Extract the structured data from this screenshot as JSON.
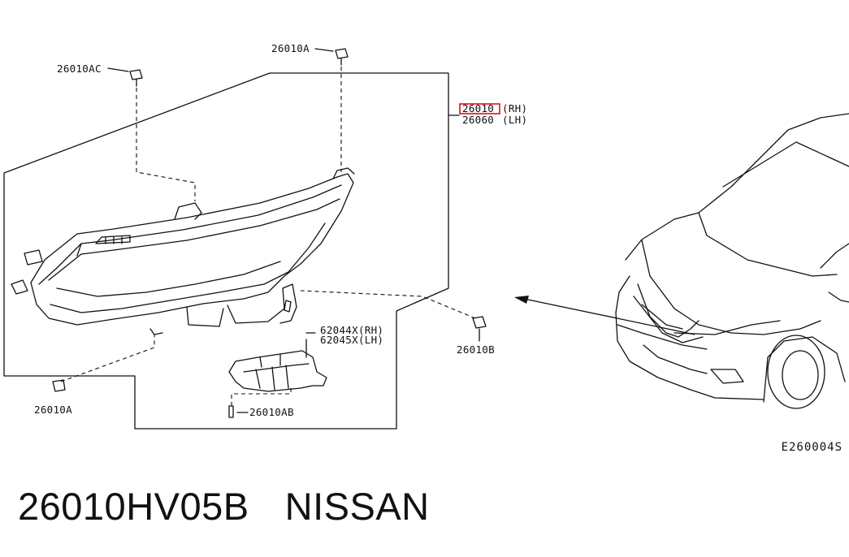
{
  "parts": {
    "bolt_top": "26010A",
    "bolt_top_left": "26010AC",
    "headlamp_rh": "26010",
    "headlamp_rh_suffix": "(RH)",
    "headlamp_lh": "26060",
    "headlamp_lh_suffix": "(LH)",
    "bracket_rh": "62044X(RH)",
    "bracket_lh": "62045X(LH)",
    "nut_right": "26010B",
    "bolt_bottom_left": "26010A",
    "screw_bracket": "26010AB"
  },
  "diagram_code": "E260004S",
  "caption": {
    "part_number": "26010HV05B",
    "brand": "NISSAN"
  },
  "colors": {
    "line": "#111111",
    "highlight": "#e01010"
  }
}
